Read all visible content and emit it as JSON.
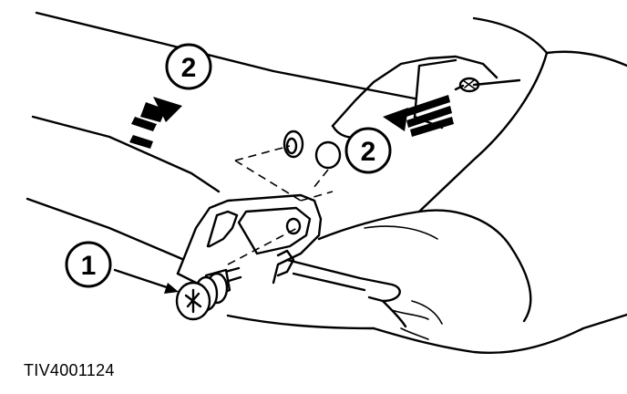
{
  "callouts": [
    {
      "id": "callout-1-bolt",
      "label": "1"
    },
    {
      "id": "callout-2-upper",
      "label": "2"
    },
    {
      "id": "callout-2-center",
      "label": "2"
    }
  ],
  "figure_id": "TIV4001124"
}
